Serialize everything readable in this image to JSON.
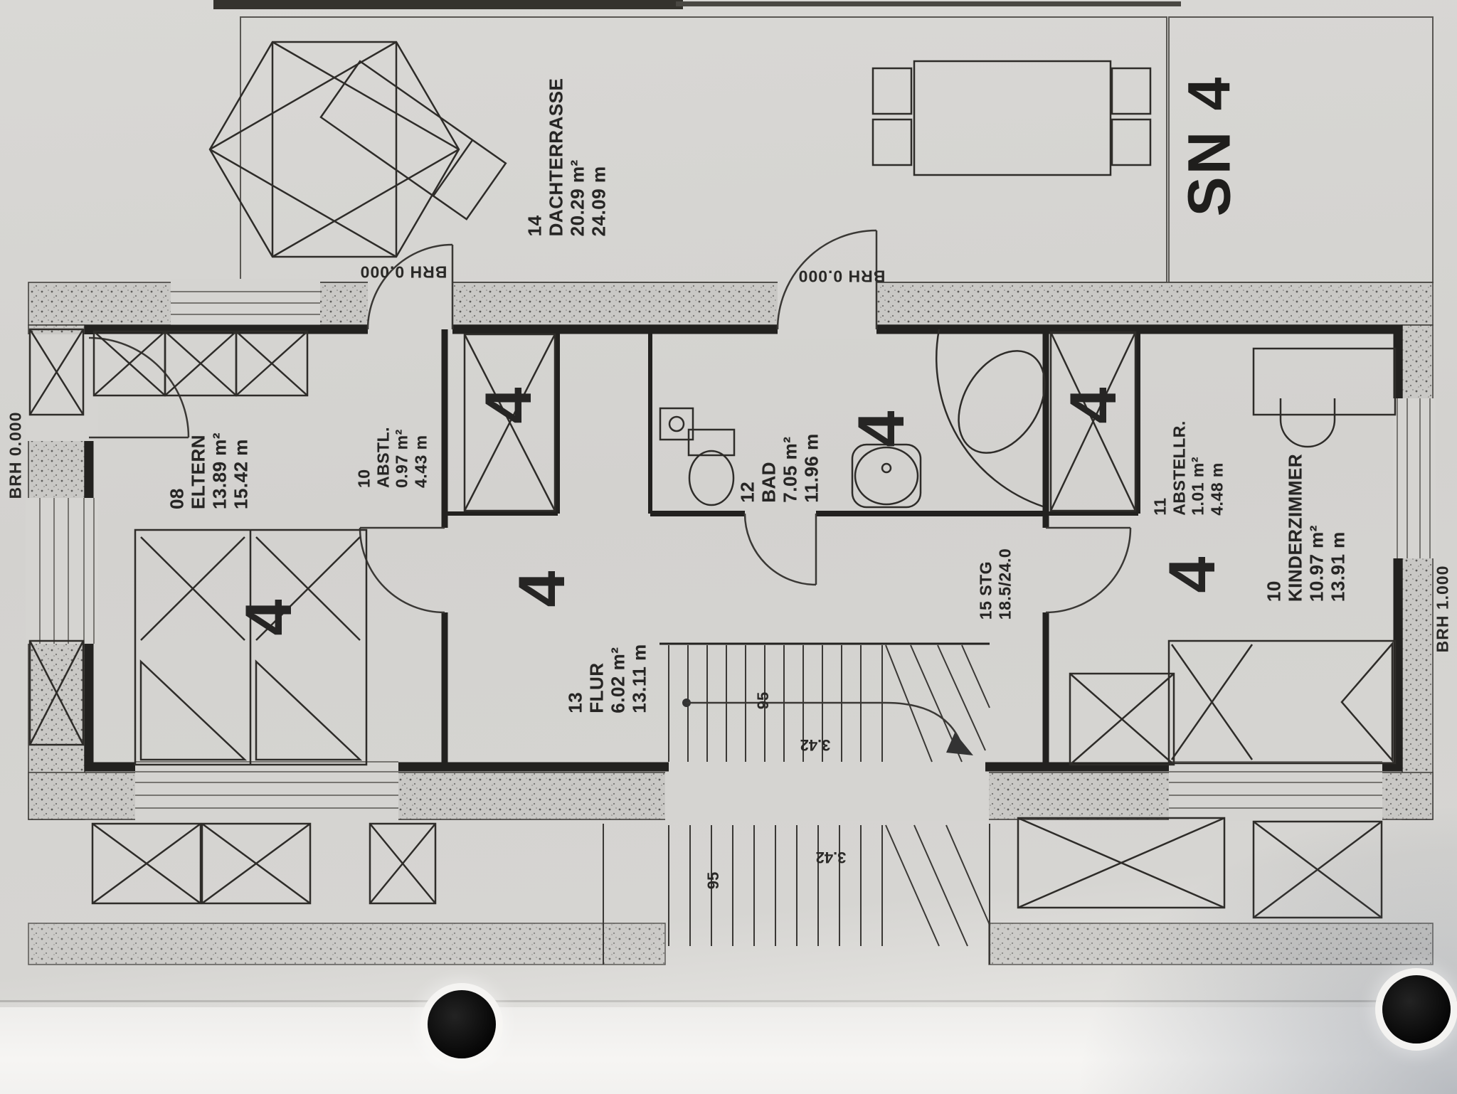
{
  "sheet": {
    "code": "SN 4"
  },
  "plan": {
    "unit_marker": "4",
    "rooms": {
      "dachterrasse": {
        "number": "14",
        "name": "DACHTERRASSE",
        "area": "20.29 m²",
        "perimeter": "24.09 m"
      },
      "eltern": {
        "number": "08",
        "name": "ELTERN",
        "area": "13.89 m²",
        "perimeter": "15.42 m"
      },
      "abstl": {
        "number": "10",
        "name": "ABSTL.",
        "area": "0.97 m²",
        "perimeter": "4.43 m"
      },
      "bad": {
        "number": "12",
        "name": "BAD",
        "area": "7.05 m²",
        "perimeter": "11.96 m"
      },
      "abstellr": {
        "number": "11",
        "name": "ABSTELLR.",
        "area": "1.01 m²",
        "perimeter": "4.48 m"
      },
      "kinderzimmer": {
        "number": "10",
        "name": "KINDERZIMMER",
        "area": "10.97 m²",
        "perimeter": "13.91 m"
      },
      "flur": {
        "number": "13",
        "name": "FLUR",
        "area": "6.02 m²",
        "perimeter": "13.11 m"
      }
    },
    "stairs": {
      "label": "15 STG",
      "dimension": "18.5/24.0"
    },
    "heights": {
      "brh_left": "BRH 0.000",
      "brh_top_left": "BRH 0.000",
      "brh_top_right": "BRH 0.000",
      "brh_right": "BRH 1.000"
    },
    "dims": {
      "stair_width": "95",
      "stair_run": "3.42"
    }
  }
}
